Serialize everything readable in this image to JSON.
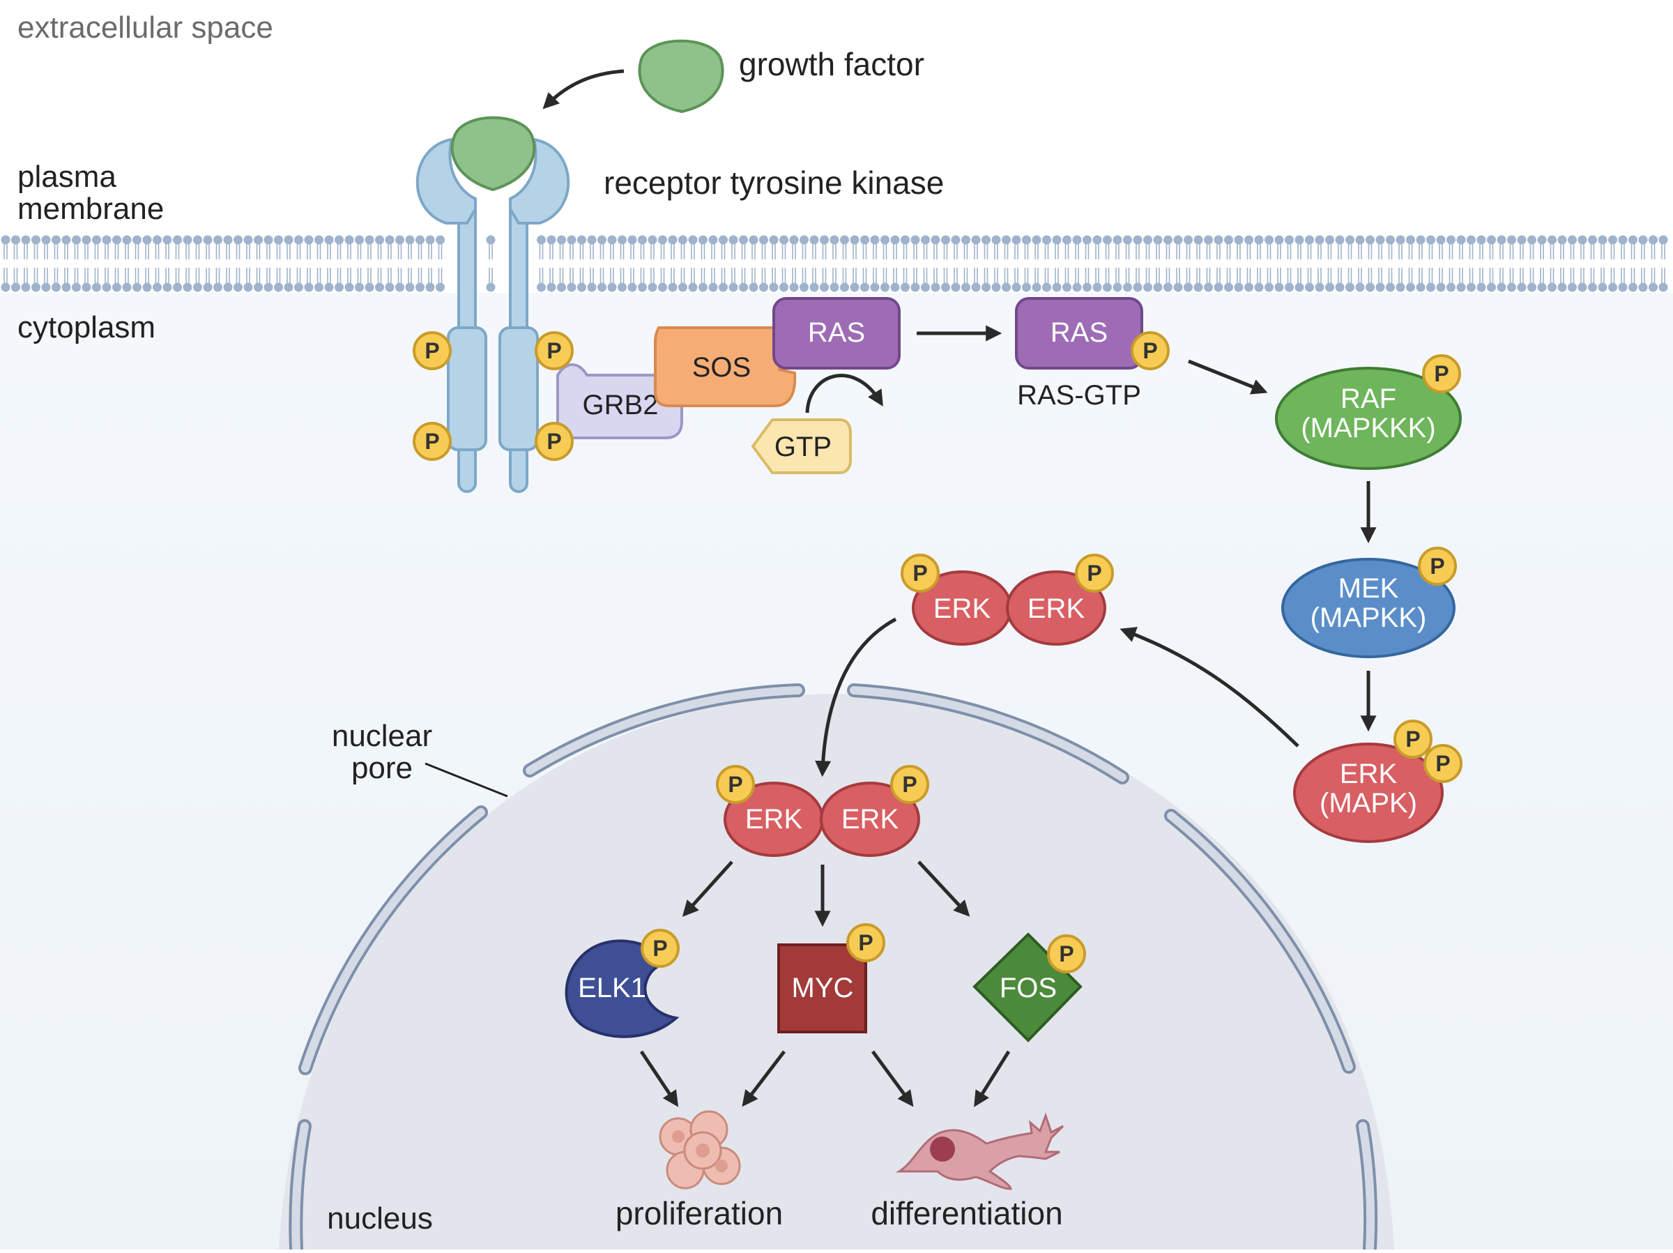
{
  "regions": {
    "extracellular": "extracellular space",
    "membrane": "plasma\nmembrane",
    "cytoplasm": "cytoplasm",
    "nuclear_pore": "nuclear\npore",
    "nucleus": "nucleus"
  },
  "labels": {
    "growth_factor": "growth factor",
    "receptor": "receptor tyrosine kinase",
    "ras_gtp": "RAS-GTP"
  },
  "molecules": {
    "grb2": "GRB2",
    "sos": "SOS",
    "ras_inactive": "RAS",
    "ras_active": "RAS",
    "gtp": "GTP",
    "raf": "RAF\n(MAPKKK)",
    "mek": "MEK\n(MAPKK)",
    "erk_mapk": "ERK\n(MAPK)",
    "erk": "ERK",
    "elk1": "ELK1",
    "myc": "MYC",
    "fos": "FOS",
    "phospho": "P"
  },
  "outcomes": {
    "proliferation": "proliferation",
    "differentiation": "differentiation"
  },
  "colors": {
    "receptor": "#b5d3e7",
    "growth_factor": "#8fc18a",
    "grb2": "#d9d7f0",
    "sos": "#f6ad75",
    "ras": "#9d6cb5",
    "gtp": "#fbe6b0",
    "raf": "#6eb55b",
    "mek": "#5b8ec8",
    "erk": "#d85f63",
    "elk1": "#3f4f95",
    "myc": "#a23a3a",
    "fos": "#4c8a3b",
    "phospho": "#f7cc55",
    "nucleus": "#e3e5ec",
    "membrane": "#9fb3cc"
  }
}
